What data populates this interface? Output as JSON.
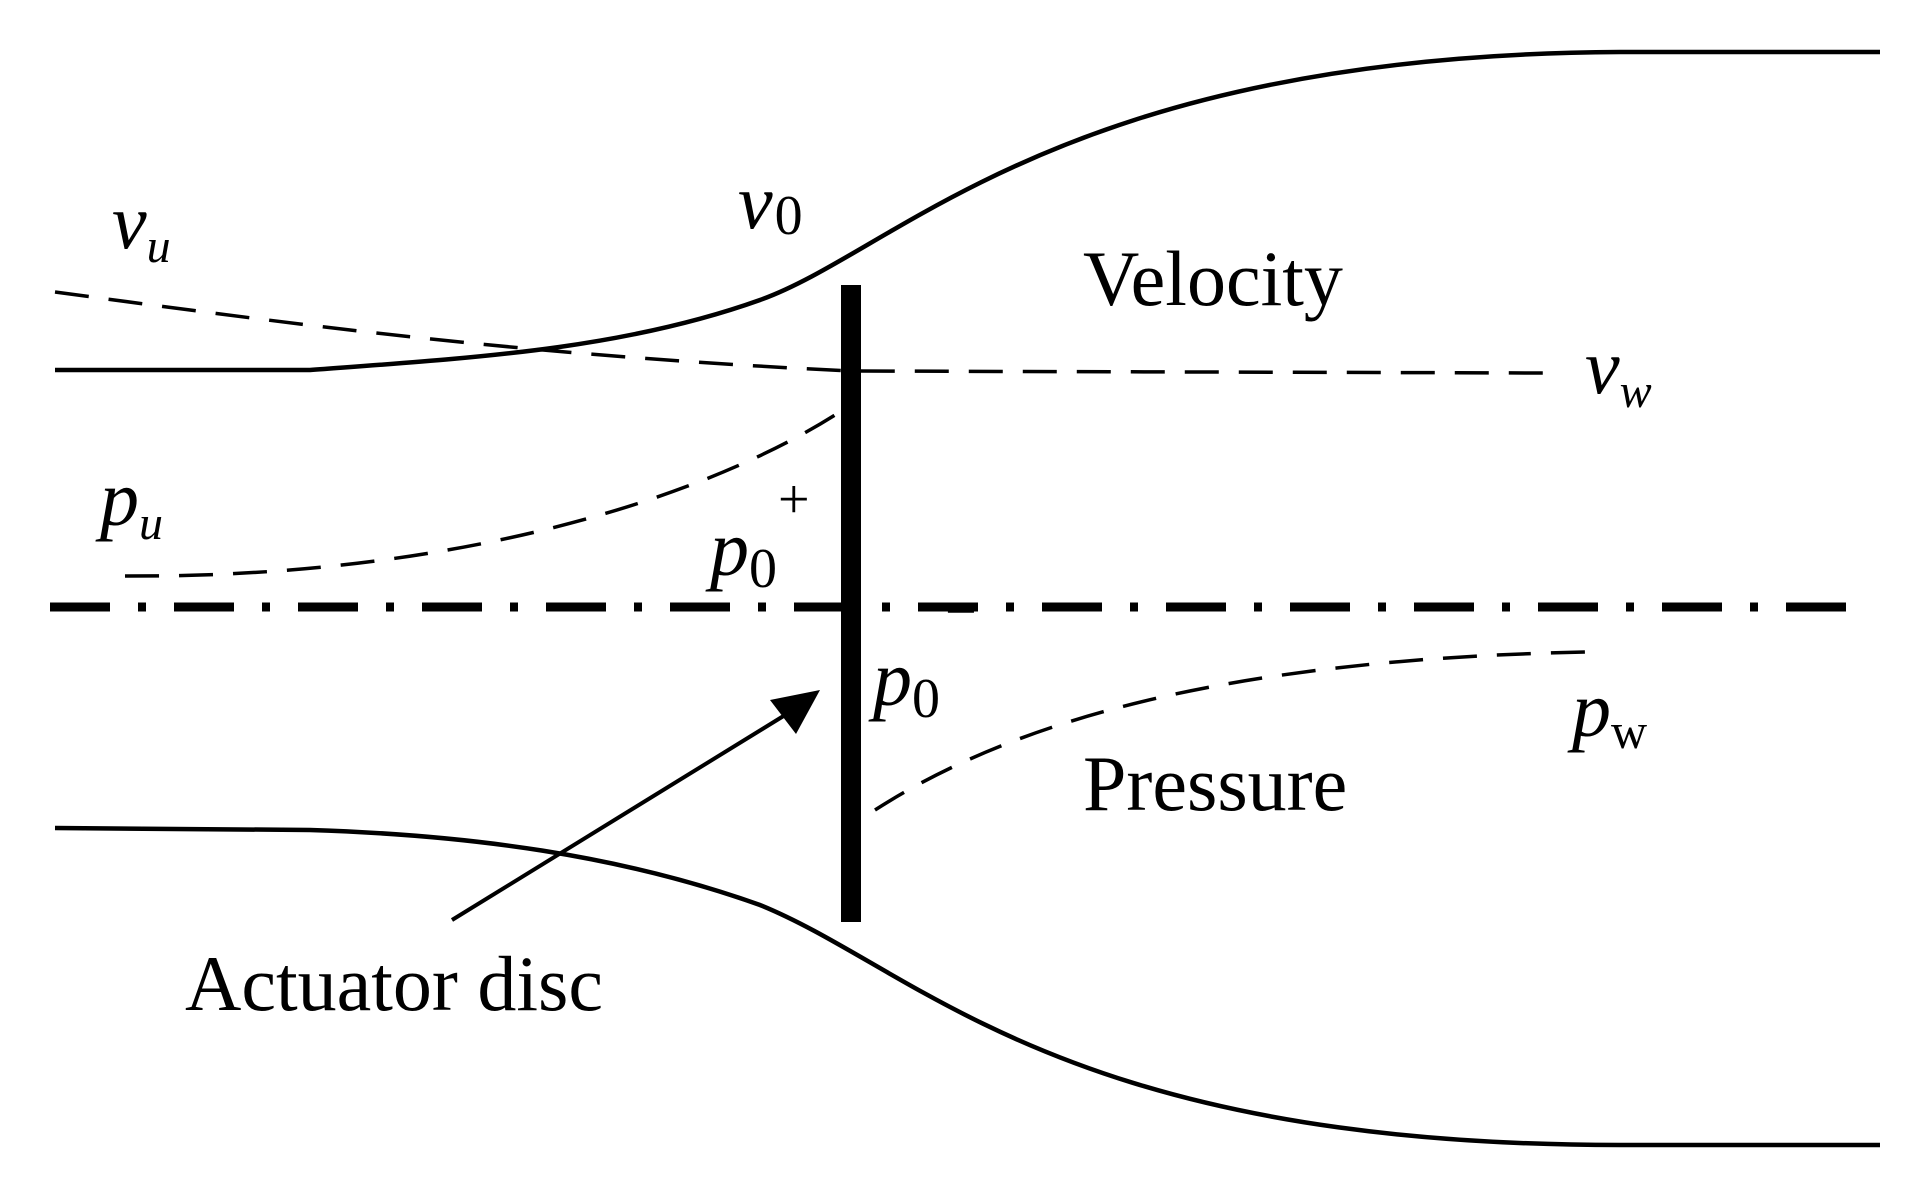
{
  "diagram": {
    "labels": {
      "velocity": "Velocity",
      "pressure": "Pressure",
      "actuator_disc": "Actuator disc"
    },
    "symbols": {
      "v_u": {
        "base": "v",
        "sub": "u"
      },
      "v_0": {
        "base": "v",
        "sub": "0"
      },
      "v_w": {
        "base": "v",
        "sub": "w"
      },
      "p_u": {
        "base": "p",
        "sub": "u"
      },
      "p_0_plus": {
        "base": "p",
        "sub": "0",
        "sup": "+"
      },
      "p_0_minus": {
        "base": "p",
        "sub": "0",
        "sup": "−"
      },
      "p_w": {
        "base": "p",
        "sub": "w"
      }
    }
  }
}
